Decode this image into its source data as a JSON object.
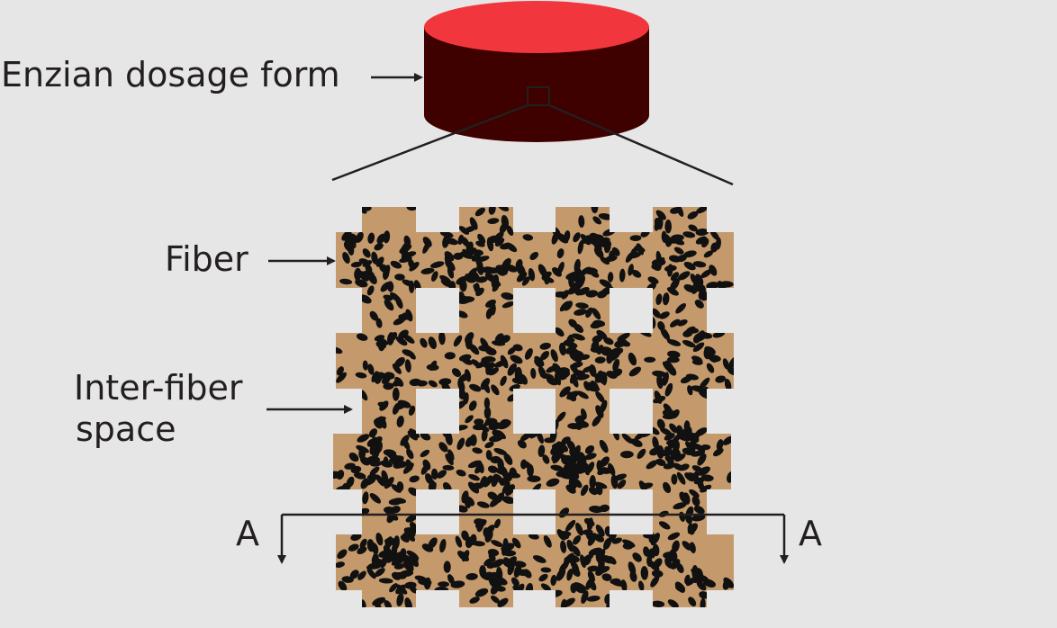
{
  "labels": {
    "dosage_form": "Enzian dosage form",
    "fiber": "Fiber",
    "inter_fiber_line1": "Inter-fiber",
    "inter_fiber_line2": "space",
    "section_left": "A",
    "section_right": "A"
  },
  "colors": {
    "background": "#e6e6e6",
    "tablet_top": "#f2363e",
    "tablet_side": "#3f0000",
    "fiber": "#c49a6c",
    "particle": "#111111",
    "ink": "#231f20"
  },
  "icons": [
    "arrow-right-icon",
    "arrow-down-icon"
  ]
}
